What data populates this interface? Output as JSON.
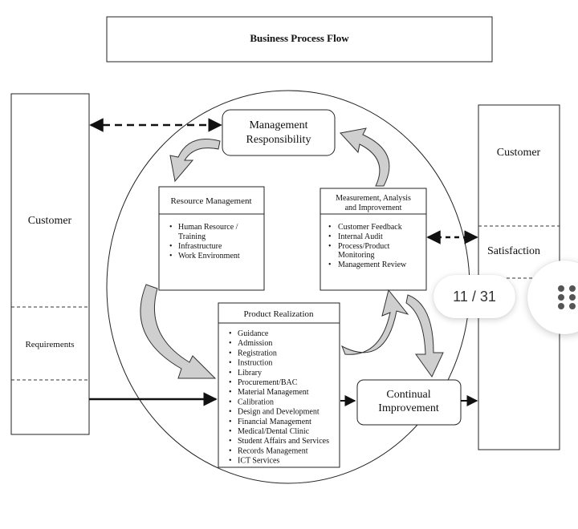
{
  "diagram": {
    "title": "Business Process Flow",
    "left_customer": "Customer",
    "left_requirements": "Requirements",
    "right_customer": "Customer",
    "right_satisfaction": "Satisfaction",
    "management": [
      "Management",
      "Responsibility"
    ],
    "resource": {
      "header": "Resource Management",
      "items": [
        "Human Resource /",
        "Training",
        "Infrastructure",
        "Work Environment"
      ]
    },
    "measurement": {
      "header": [
        "Measurement, Analysis",
        "and Improvement"
      ],
      "items": [
        "Customer Feedback",
        "Internal Audit",
        "Process/Product",
        "Monitoring",
        "Management Review"
      ]
    },
    "product": {
      "header": "Product Realization",
      "items": [
        "Guidance",
        "Admission",
        "Registration",
        "Instruction",
        "Library",
        "Procurement/BAC",
        "Material Management",
        "Calibration",
        "Design and Development",
        "Financial Management",
        "Medical/Dental Clinic",
        "Student Affairs and Services",
        "Records Management",
        "ICT Services"
      ]
    },
    "continual": [
      "Continual",
      "Improvement"
    ]
  },
  "viewer": {
    "page_indicator": "11 / 31",
    "menu_icon": "grid-dots-icon"
  }
}
